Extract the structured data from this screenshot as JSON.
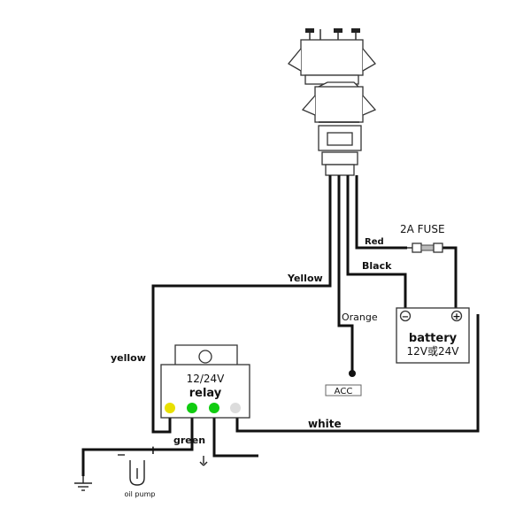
{
  "wires": {
    "red": "Red",
    "black": "Black",
    "yellow_upper": "Yellow",
    "orange": "Orange",
    "yellow_left": "yellow",
    "white": "white",
    "green": "green"
  },
  "fuse": {
    "label": "2A  FUSE"
  },
  "battery": {
    "name": "battery",
    "voltage": "12V或24V",
    "minus": "−",
    "plus": "+"
  },
  "relay": {
    "line1": "12/24V",
    "line2": "relay"
  },
  "acc": {
    "label": "ACC"
  },
  "pump": {
    "label": "oil pump",
    "minus": "−",
    "plus": "+"
  },
  "colors": {
    "red_label": "#e0102a",
    "pin_yellow": "#e8e000",
    "pin_green": "#10cc10",
    "pin_grey": "#dcdcdc"
  }
}
